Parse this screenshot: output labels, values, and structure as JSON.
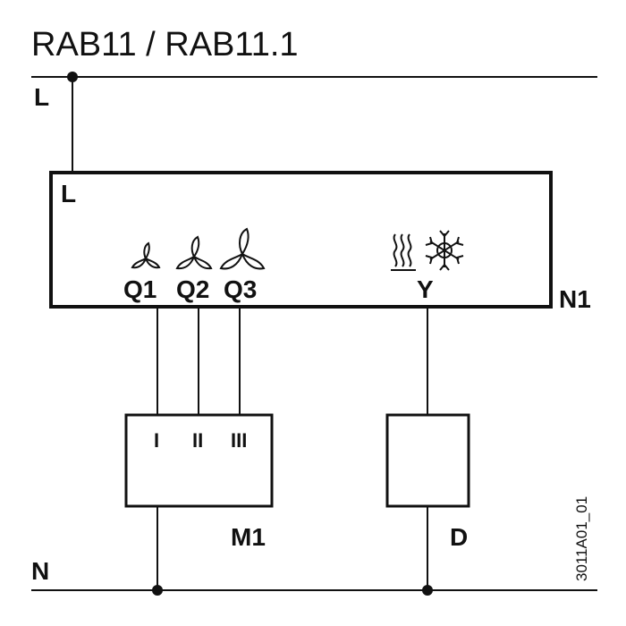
{
  "title": "RAB11 / RAB11.1",
  "lines": {
    "live": "L",
    "neutral": "N"
  },
  "controller": {
    "designation": "N1",
    "supply_terminal": "L",
    "fan_outputs": [
      "Q1",
      "Q2",
      "Q3"
    ],
    "valve_output": "Y",
    "icons": [
      "fan-low-icon",
      "fan-medium-icon",
      "fan-high-icon",
      "heating-icon",
      "cooling-snowflake-icon"
    ]
  },
  "fan_motor": {
    "designation": "M1",
    "terminals": [
      "I",
      "II",
      "III"
    ]
  },
  "valve_actuator": {
    "designation": "D"
  },
  "reference_number": "3011A01_01"
}
